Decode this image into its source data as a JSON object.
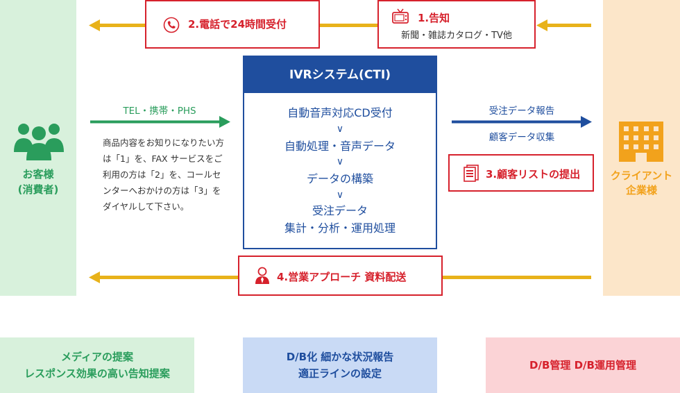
{
  "left_column": {
    "label": "お客様\n(消費者)"
  },
  "right_column": {
    "label": "クライアント\n企業様"
  },
  "step1": {
    "title": "1.告知",
    "subtitle": "新聞・雑誌カタログ・TV他"
  },
  "step2": {
    "title": "2.電話で24時間受付"
  },
  "step3": {
    "title": "3.顧客リストの提出"
  },
  "step4": {
    "title": "4.営業アプローチ 資料配送"
  },
  "channel_label": "TEL・携帯・PHS",
  "channel_note": "商品内容をお知りになりたい方は「1」を、FAX サービスをご利用の方は「2」を、コールセンターへおかけの方は「3」をダイヤルして下さい。",
  "ivr": {
    "title": "IVRシステム(CTI)",
    "steps": [
      "自動音声対応CD受付",
      "自動処理・音声データ",
      "データの構築",
      "受注データ",
      "集計・分析・運用処理"
    ],
    "chevron": "∨"
  },
  "report": {
    "top": "受注データ報告",
    "bottom": "顧客データ収集"
  },
  "bottom": [
    {
      "text": "メディアの提案\nレスポンス効果の高い告知提案",
      "bg": "#d8f1dc",
      "fg": "#2a9d5c"
    },
    {
      "text": "D/B化 細かな状況報告\n適正ラインの設定",
      "bg": "#c9daf5",
      "fg": "#1f4e9e"
    },
    {
      "text": "D/B管理 D/B運用管理",
      "bg": "#fbd3d6",
      "fg": "#d6212c"
    }
  ],
  "colors": {
    "green": "#2a9d5c",
    "blue": "#1f4e9e",
    "red": "#d6212c",
    "orange": "#f2a21c",
    "yellow_arrow": "#e8b21a"
  }
}
